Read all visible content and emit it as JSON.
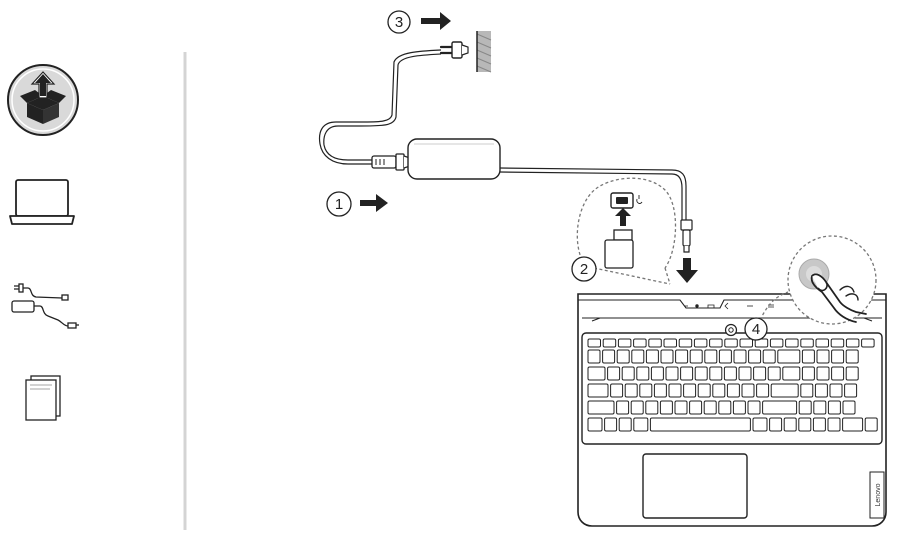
{
  "steps": {
    "step1": "1",
    "step2": "2",
    "step3": "3",
    "step4": "4"
  },
  "brand_logo": "Lenovo",
  "sidebar_icons": [
    "unbox-icon",
    "laptop-icon",
    "power-adapter-cable-icon",
    "documents-icon"
  ],
  "colors": {
    "line": "#222222",
    "divider": "#d4d4d4",
    "circle_fill": "#d9d9d9",
    "wall_fill": "#b8b8b8",
    "dashed": "#777777",
    "power_button_glow": "#c8c8c8"
  }
}
